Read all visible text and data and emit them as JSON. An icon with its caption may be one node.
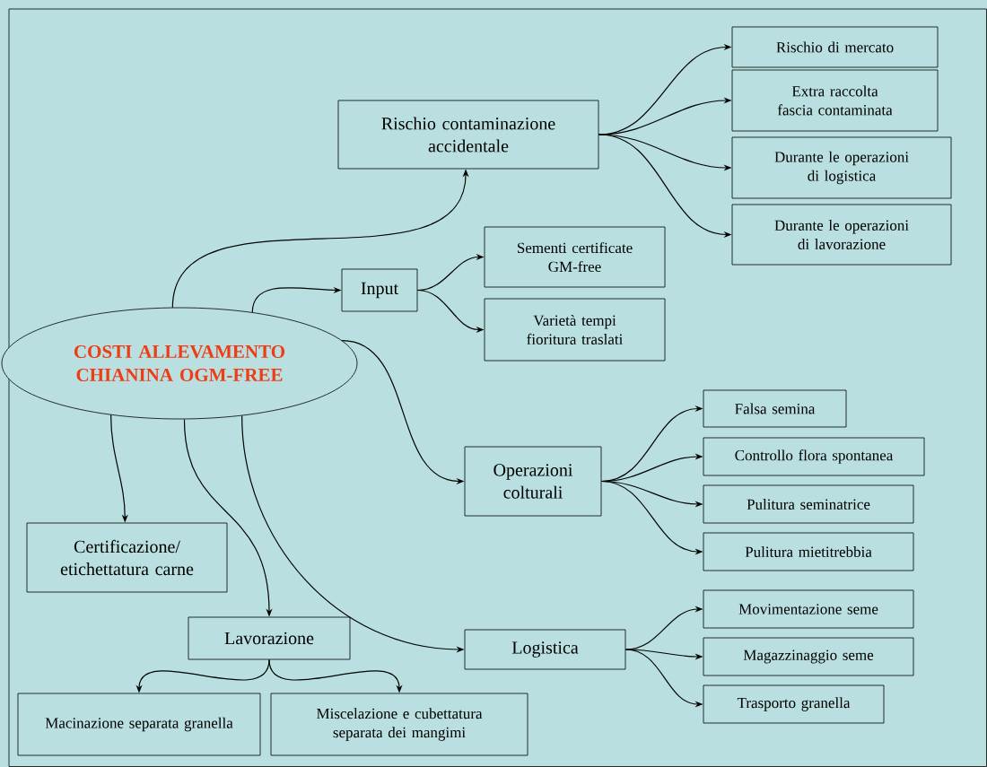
{
  "diagram": {
    "nodes": [
      {
        "text": [
          "COSTI ALLEVAMENTO CHIANINA OGM-FREE"
        ]
      },
      {
        "text": [
          "Rischio contaminazione accidentale"
        ]
      },
      {
        "text": [
          "Rischio di mercato"
        ]
      },
      {
        "text": [
          "Extra raccolta fascia contaminata"
        ]
      },
      {
        "text": [
          "Durante le operazioni di logistica"
        ]
      },
      {
        "text": [
          "Durante le operazioni di lavorazione"
        ]
      },
      {
        "text": [
          "Input"
        ]
      },
      {
        "text": [
          "Sementi certificate GM-free"
        ]
      },
      {
        "text": [
          "Varietà tempi fioritura traslati"
        ]
      },
      {
        "text": [
          "Operazioni colturali"
        ]
      },
      {
        "text": [
          "Falsa semina"
        ]
      },
      {
        "text": [
          "Controllo flora spontanea"
        ]
      },
      {
        "text": [
          "Pulitura seminatrice"
        ]
      },
      {
        "text": [
          "Pulitura mietitrebbia"
        ]
      },
      {
        "text": [
          "Logistica"
        ]
      },
      {
        "text": [
          "Movimentazione seme"
        ]
      },
      {
        "text": [
          "Magazzinaggio seme"
        ]
      },
      {
        "text": [
          "Trasporto granella"
        ]
      },
      {
        "text": [
          "Certificazione/ etichettatura carne"
        ]
      },
      {
        "text": [
          "Lavorazione"
        ]
      },
      {
        "text": [
          "Macinazione separata granella"
        ]
      },
      {
        "text": [
          "Miscelazione e cubettatura separata dei mangimi"
        ]
      }
    ],
    "edges": [
      {
        "from": 0,
        "to": 1,
        "arrow": "to"
      },
      {
        "from": 0,
        "to": 6,
        "arrow": "to"
      },
      {
        "from": 0,
        "to": 9,
        "arrow": "to"
      },
      {
        "from": 0,
        "to": 14,
        "arrow": "to"
      },
      {
        "from": 0,
        "to": 18,
        "arrow": "to"
      },
      {
        "from": 0,
        "to": 19,
        "arrow": "to"
      },
      {
        "from": 1,
        "to": 2,
        "arrow": "to"
      },
      {
        "from": 1,
        "to": 3,
        "arrow": "to"
      },
      {
        "from": 1,
        "to": 4,
        "arrow": "to"
      },
      {
        "from": 1,
        "to": 5,
        "arrow": "to"
      },
      {
        "from": 6,
        "to": 7,
        "arrow": "to"
      },
      {
        "from": 6,
        "to": 8,
        "arrow": "to"
      },
      {
        "from": 9,
        "to": 10,
        "arrow": "to"
      },
      {
        "from": 9,
        "to": 11,
        "arrow": "to"
      },
      {
        "from": 9,
        "to": 12,
        "arrow": "to"
      },
      {
        "from": 9,
        "to": 13,
        "arrow": "to"
      },
      {
        "from": 14,
        "to": 15,
        "arrow": "to"
      },
      {
        "from": 14,
        "to": 16,
        "arrow": "to"
      },
      {
        "from": 14,
        "to": 17,
        "arrow": "to"
      },
      {
        "from": 19,
        "to": 20,
        "arrow": "to"
      },
      {
        "from": 19,
        "to": 21,
        "arrow": "to"
      }
    ]
  }
}
